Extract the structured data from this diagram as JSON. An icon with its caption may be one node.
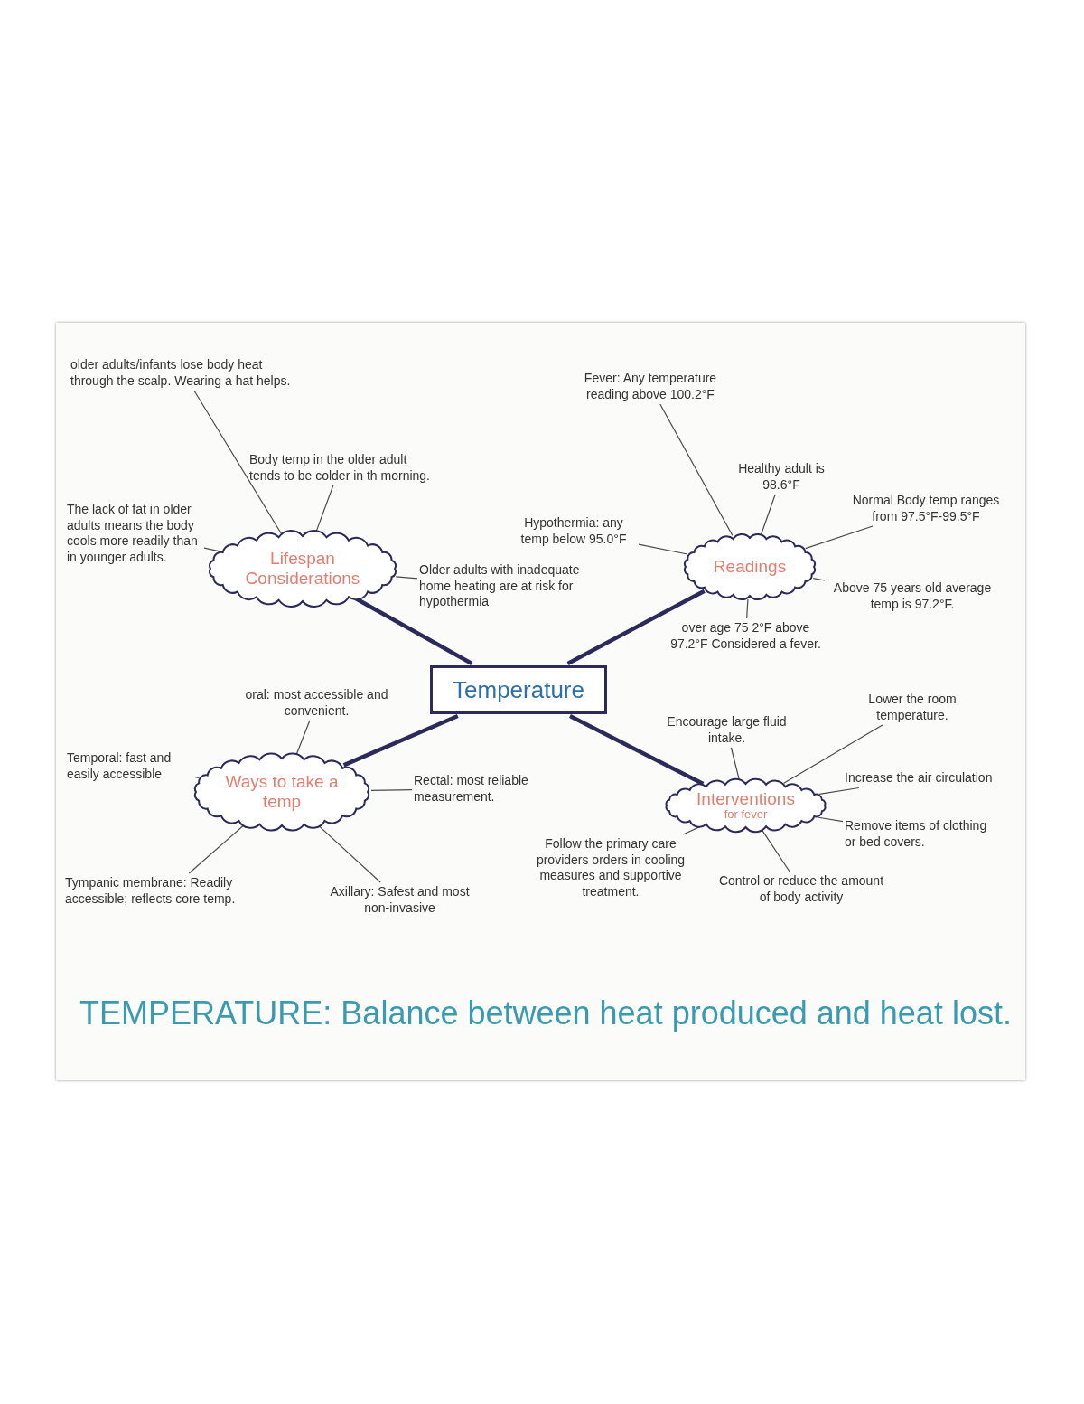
{
  "diagram": {
    "caption": "TEMPERATURE: Balance between heat produced and heat lost.",
    "nodes": [
      {
        "text": [
          "Temperature"
        ]
      },
      {
        "text": [
          "Lifespan Considerations"
        ]
      },
      {
        "text": [
          "Readings"
        ]
      },
      {
        "text": [
          "Ways to take a temp"
        ]
      },
      {
        "text": [
          "Interventions",
          "for fever"
        ]
      },
      {
        "text": [
          "older adults/infants lose body heat through the scalp. Wearing a hat helps."
        ]
      },
      {
        "text": [
          "Body temp in the older adult tends to be colder in th morning."
        ]
      },
      {
        "text": [
          "The lack of fat in older adults means the body cools more readily than in younger adults."
        ]
      },
      {
        "text": [
          "Older adults with inadequate home heating are at risk for hypothermia"
        ]
      },
      {
        "text": [
          "Fever: Any temperature reading above 100.2°F"
        ]
      },
      {
        "text": [
          "Healthy adult is 98.6°F"
        ]
      },
      {
        "text": [
          "Hypothermia: any temp below 95.0°F"
        ]
      },
      {
        "text": [
          "Normal Body temp ranges from 97.5°F-99.5°F"
        ]
      },
      {
        "text": [
          "Above 75 years old average temp is 97.2°F."
        ]
      },
      {
        "text": [
          "over age 75 2°F above 97.2°F Considered a fever."
        ]
      },
      {
        "text": [
          "oral: most accessible and convenient."
        ]
      },
      {
        "text": [
          "Temporal: fast and easily accessible"
        ]
      },
      {
        "text": [
          "Rectal: most reliable measurement."
        ]
      },
      {
        "text": [
          "Tympanic membrane: Readily accessible; reflects core temp."
        ]
      },
      {
        "text": [
          "Axillary: Safest and most non-invasive"
        ]
      },
      {
        "text": [
          "Encourage large fluid intake."
        ]
      },
      {
        "text": [
          "Lower the room temperature."
        ]
      },
      {
        "text": [
          "Increase the air circulation"
        ]
      },
      {
        "text": [
          "Follow the primary care providers orders in cooling measures and supportive treatment."
        ]
      },
      {
        "text": [
          "Remove items of clothing or bed covers."
        ]
      },
      {
        "text": [
          "Control or reduce the amount of body activity"
        ]
      }
    ],
    "edges": [
      {
        "from": 0,
        "to": 1,
        "arrow": "none",
        "style": "thick",
        "color": "#2b2a5a"
      },
      {
        "from": 0,
        "to": 2,
        "arrow": "none",
        "style": "thick",
        "color": "#2b2a5a"
      },
      {
        "from": 0,
        "to": 3,
        "arrow": "none",
        "style": "thick",
        "color": "#2b2a5a"
      },
      {
        "from": 0,
        "to": 4,
        "arrow": "none",
        "style": "thick",
        "color": "#2b2a5a"
      },
      {
        "from": 1,
        "to": 5,
        "arrow": "none"
      },
      {
        "from": 1,
        "to": 6,
        "arrow": "none"
      },
      {
        "from": 1,
        "to": 7,
        "arrow": "none"
      },
      {
        "from": 1,
        "to": 8,
        "arrow": "none"
      },
      {
        "from": 2,
        "to": 9,
        "arrow": "none"
      },
      {
        "from": 2,
        "to": 10,
        "arrow": "none"
      },
      {
        "from": 2,
        "to": 11,
        "arrow": "none"
      },
      {
        "from": 2,
        "to": 12,
        "arrow": "none"
      },
      {
        "from": 2,
        "to": 13,
        "arrow": "none"
      },
      {
        "from": 2,
        "to": 14,
        "arrow": "none"
      },
      {
        "from": 3,
        "to": 15,
        "arrow": "none"
      },
      {
        "from": 3,
        "to": 16,
        "arrow": "none"
      },
      {
        "from": 3,
        "to": 17,
        "arrow": "none"
      },
      {
        "from": 3,
        "to": 18,
        "arrow": "none"
      },
      {
        "from": 3,
        "to": 19,
        "arrow": "none"
      },
      {
        "from": 4,
        "to": 20,
        "arrow": "none"
      },
      {
        "from": 4,
        "to": 21,
        "arrow": "none"
      },
      {
        "from": 4,
        "to": 22,
        "arrow": "none"
      },
      {
        "from": 4,
        "to": 23,
        "arrow": "none"
      },
      {
        "from": 4,
        "to": 24,
        "arrow": "none"
      },
      {
        "from": 4,
        "to": 25,
        "arrow": "none"
      }
    ]
  }
}
